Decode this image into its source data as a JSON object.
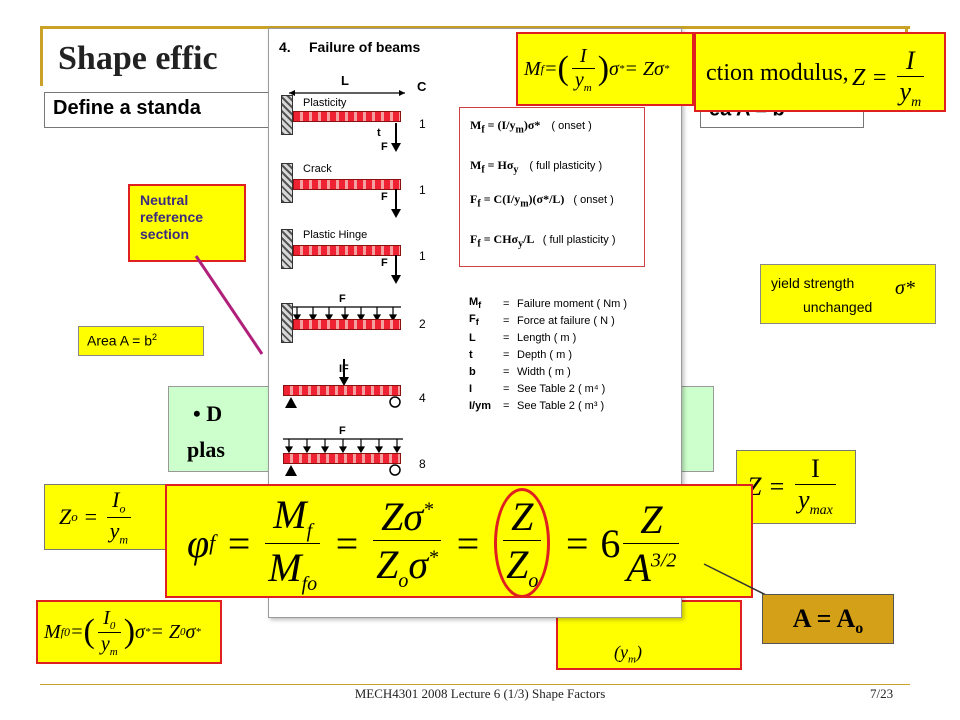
{
  "slide": {
    "title": "Shape effic",
    "define_text": "Define a standa",
    "define_suffix": "ea A = b",
    "define_suffix_sup": "2",
    "neutral_label": "Neutral reference section",
    "area_label": "Area A = b",
    "area_sup": "2",
    "yield_label_line1": "yield strength",
    "yield_label_line2": "unchanged",
    "bullet_text": "D",
    "plas_text": "plas",
    "section_modulus_text": "ction modulus,",
    "aao_label": "A = A",
    "aao_sub": "o",
    "footer": "MECH4301 2008 Lecture 6 (1/3) Shape Factors",
    "page_number": "7/23",
    "sigma_star": "σ*"
  },
  "document": {
    "heading_number": "4.",
    "heading_text": "Failure of beams",
    "col_L": "L",
    "col_C": "C",
    "rows": [
      {
        "label": "Plasticity",
        "c": "1"
      },
      {
        "label": "Crack",
        "c": "1"
      },
      {
        "label": "Plastic Hinge",
        "c": "1"
      },
      {
        "label": "",
        "c": "2"
      },
      {
        "label": "",
        "c": "4"
      },
      {
        "label": "",
        "c": "8"
      }
    ],
    "mark_t": "t",
    "force_F": "F",
    "force_IF": "IF",
    "formulas": [
      {
        "lhs": "M",
        "sub": "f",
        "rhs_text": "( onset )"
      },
      {
        "lhs": "M",
        "sub": "f",
        "rhs_text": "( full plasticity )"
      },
      {
        "lhs": "F",
        "sub": "f",
        "rhs_text": "( onset )"
      },
      {
        "lhs": "F",
        "sub": "f",
        "rhs_text": "( full plasticity )"
      }
    ],
    "legend": [
      {
        "sym": "M",
        "sub": "f",
        "desc": "Failure moment ( Nm )"
      },
      {
        "sym": "F",
        "sub": "f",
        "desc": "Force at failure ( N )"
      },
      {
        "sym": "L",
        "sub": "",
        "desc": "Length ( m )"
      },
      {
        "sym": "t",
        "sub": "",
        "desc": "Depth ( m )"
      },
      {
        "sym": "b",
        "sub": "",
        "desc": "Width ( m )"
      },
      {
        "sym": "I",
        "sub": "",
        "desc": "See Table 2 ( m⁴ )"
      },
      {
        "sym": "I/ym",
        "sub": "",
        "desc": "See Table 2 ( m³ )"
      }
    ]
  },
  "colors": {
    "yellow": "#ffff00",
    "red": "#e02020",
    "gold": "#c9a227",
    "pale_green": "#ccffcc",
    "tan": "#d4a017"
  }
}
